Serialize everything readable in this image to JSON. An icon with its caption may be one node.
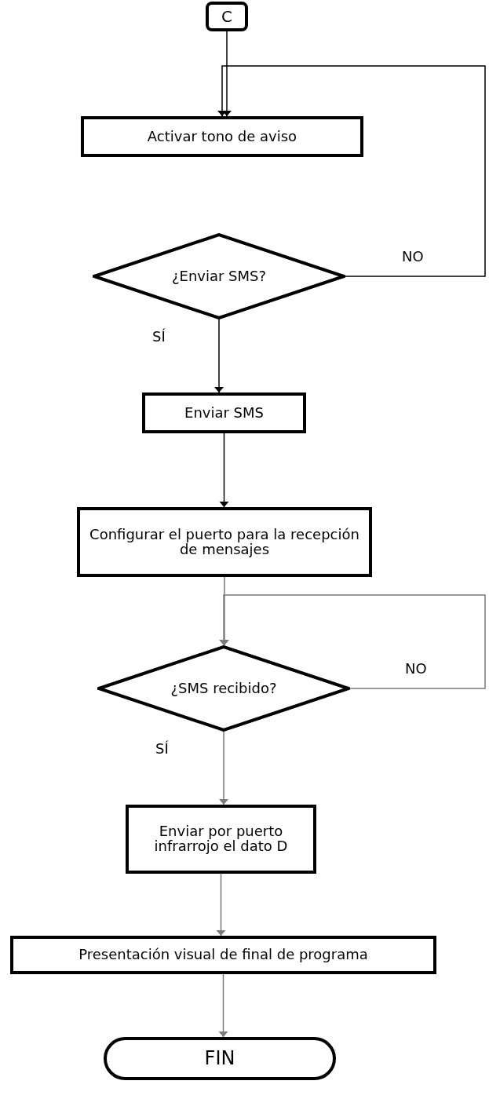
{
  "diagram": {
    "nodes": [
      {
        "text": [
          "C"
        ]
      },
      {
        "text": [
          "Activar tono de aviso"
        ]
      },
      {
        "text": [
          "¿Enviar SMS?"
        ]
      },
      {
        "text": [
          "Enviar SMS"
        ]
      },
      {
        "text": [
          "Configurar el puerto para la recepción de mensajes"
        ]
      },
      {
        "text": [
          "¿SMS recibido?"
        ]
      },
      {
        "text": [
          "Enviar por puerto infrarrojo el dato D"
        ]
      },
      {
        "text": [
          "Presentación visual de final de programa"
        ]
      },
      {
        "text": [
          "FIN"
        ]
      }
    ],
    "edges": [
      {
        "from": 0,
        "to": 1,
        "arrow": "to",
        "color": "#000000"
      },
      {
        "from": 2,
        "to": 1,
        "arrow": "to",
        "label": "NO",
        "color": "#000000"
      },
      {
        "from": 2,
        "to": 3,
        "arrow": "to",
        "label": "SÍ",
        "color": "#000000"
      },
      {
        "from": 3,
        "to": 4,
        "arrow": "to",
        "color": "#000000"
      },
      {
        "from": 4,
        "to": 5,
        "arrow": "to"
      },
      {
        "from": 5,
        "to": 5,
        "arrow": "to",
        "label": "NO"
      },
      {
        "from": 5,
        "to": 6,
        "arrow": "to",
        "label": "SÍ"
      },
      {
        "from": 6,
        "to": 7,
        "arrow": "to"
      },
      {
        "from": 7,
        "to": 8,
        "arrow": "to"
      }
    ]
  }
}
